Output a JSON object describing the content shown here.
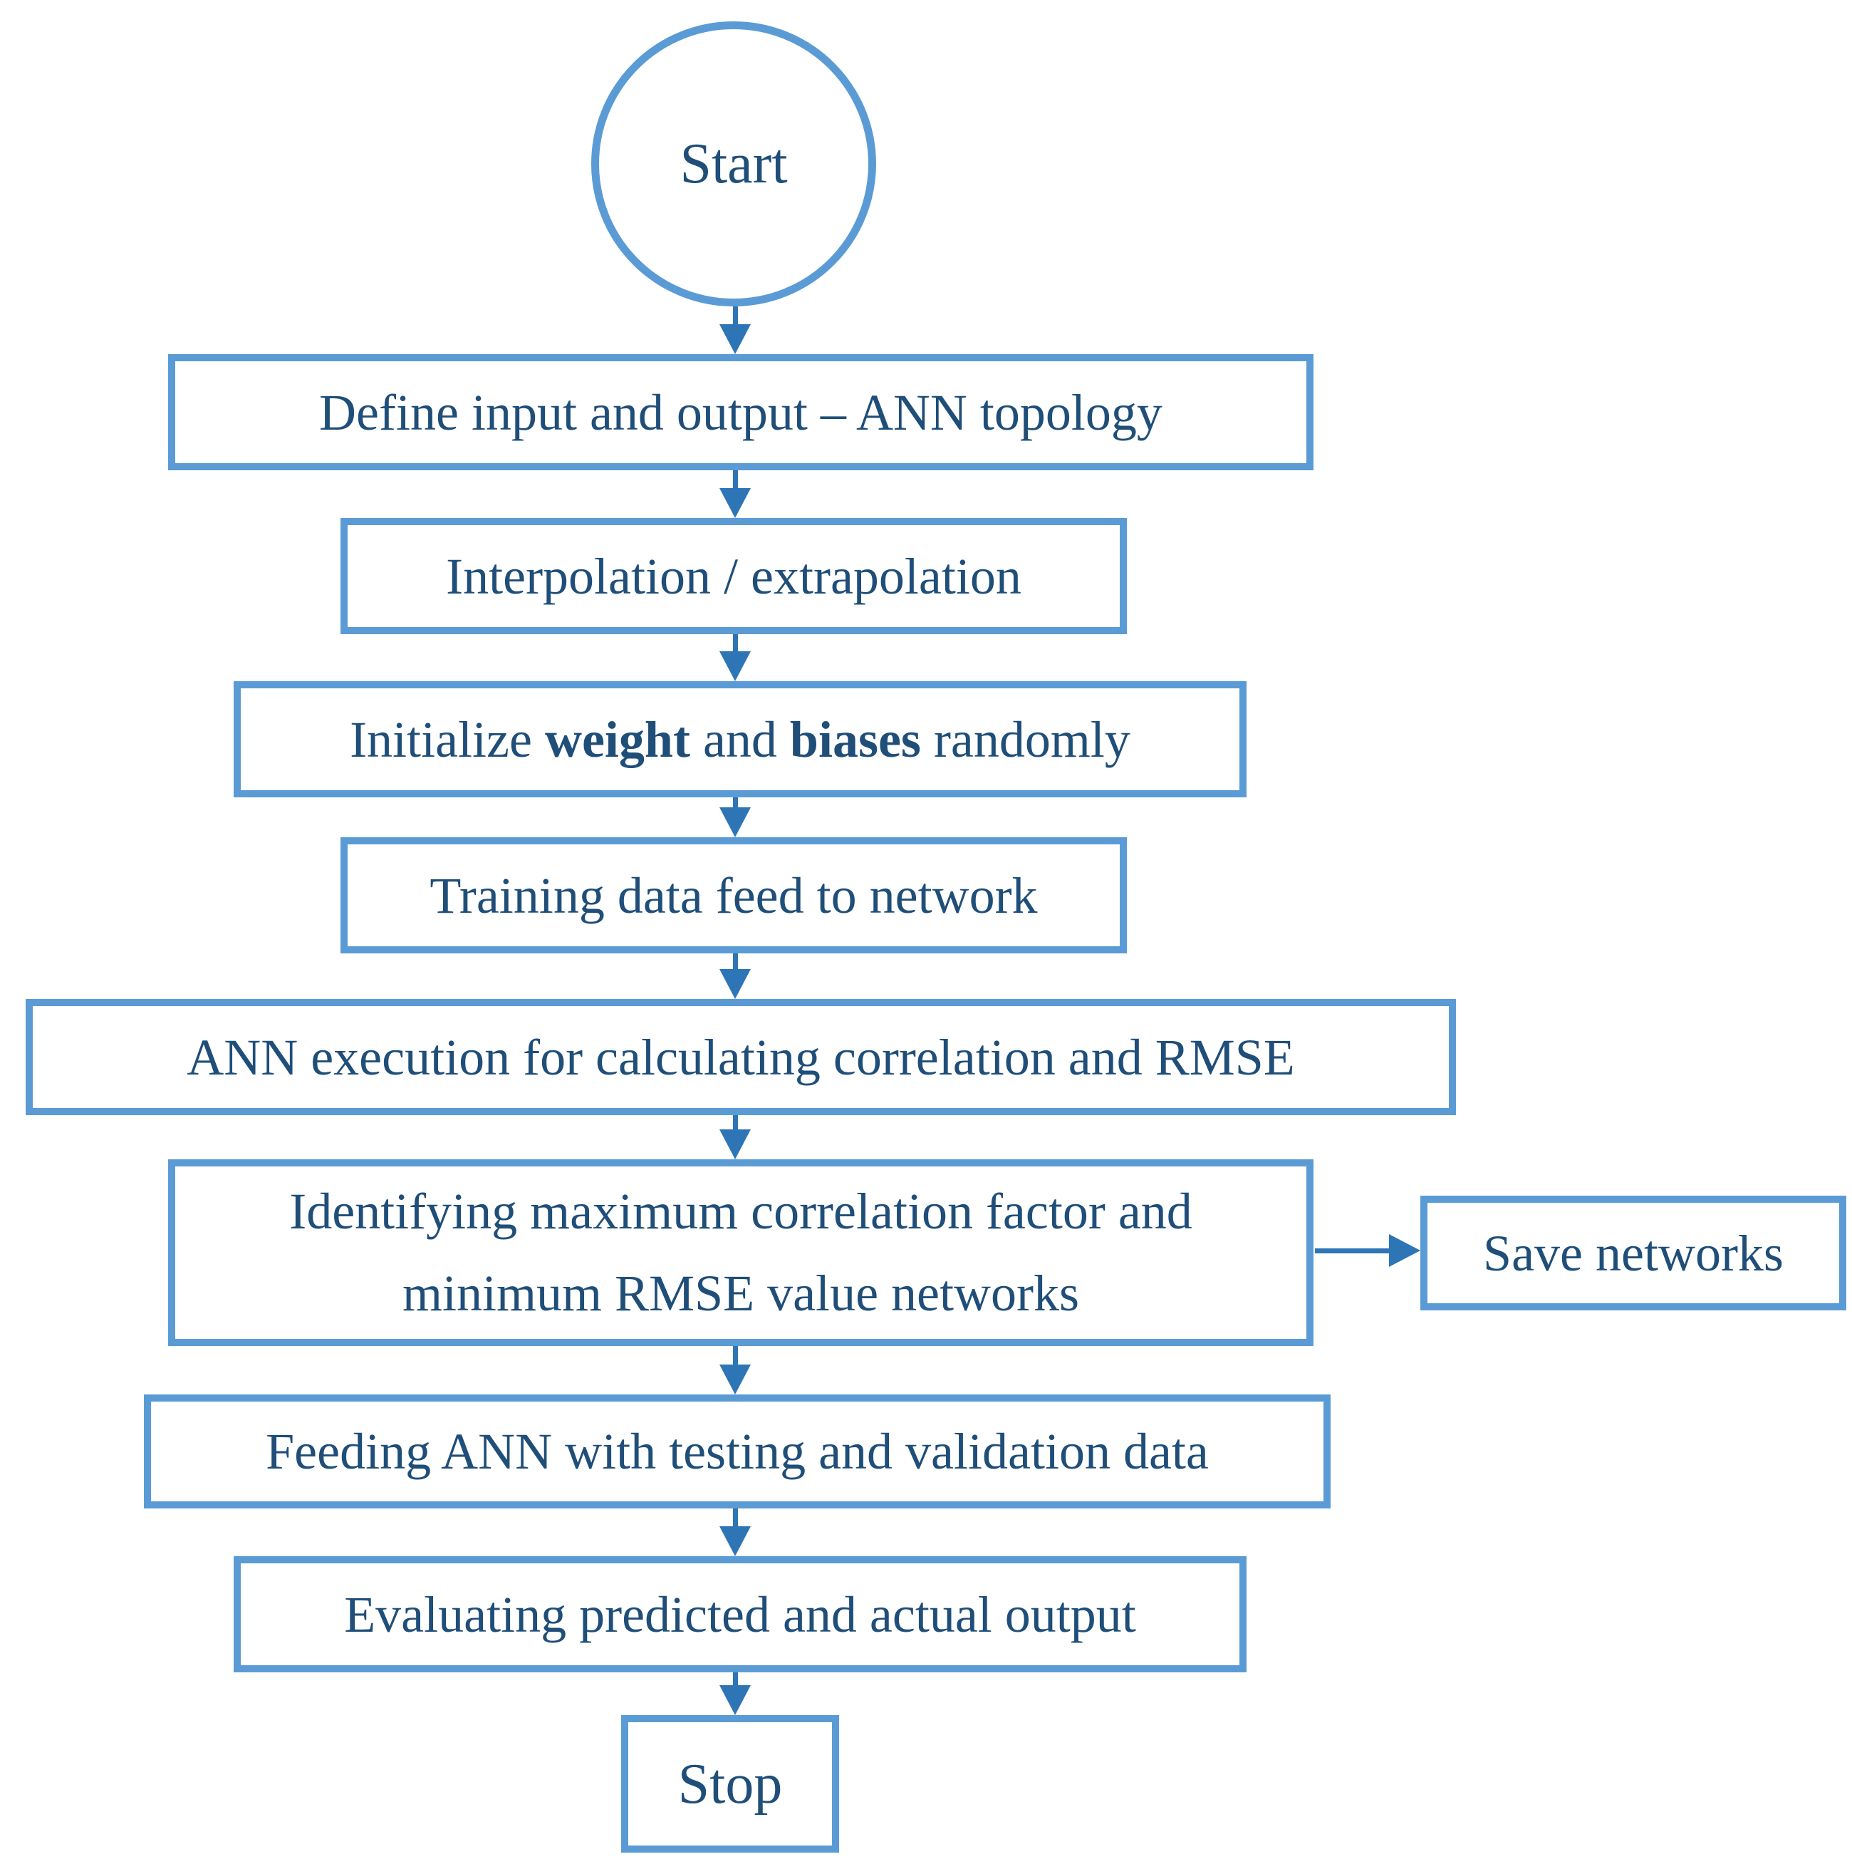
{
  "diagram": {
    "type": "flowchart",
    "colors": {
      "box_border": "#5B9BD5",
      "arrow": "#2E75B6",
      "text": "#1F4E79",
      "background": "#FFFFFF"
    },
    "nodes": {
      "start": {
        "label": "Start",
        "shape": "circle"
      },
      "define": {
        "label": "Define input and output – ANN topology",
        "shape": "rect"
      },
      "interpolation": {
        "label": "Interpolation / extrapolation",
        "shape": "rect"
      },
      "initialize": {
        "shape": "rect",
        "parts": [
          "Initialize ",
          "weight",
          " and ",
          "biases",
          " randomly"
        ],
        "bold_parts": [
          "weight",
          "biases"
        ]
      },
      "training": {
        "label": "Training data feed to network",
        "shape": "rect"
      },
      "execution": {
        "label": "ANN execution for calculating correlation and RMSE",
        "shape": "rect"
      },
      "identifying": {
        "shape": "rect",
        "line1": "Identifying maximum correlation factor and",
        "line2": "minimum RMSE value networks"
      },
      "save": {
        "label": "Save networks",
        "shape": "rect"
      },
      "feeding": {
        "label": "Feeding ANN with testing and validation data",
        "shape": "rect"
      },
      "evaluating": {
        "label": "Evaluating predicted and actual output",
        "shape": "rect"
      },
      "stop": {
        "label": "Stop",
        "shape": "rect"
      }
    },
    "edges": [
      "start->define",
      "define->interpolation",
      "interpolation->initialize",
      "initialize->training",
      "training->execution",
      "execution->identifying",
      "identifying->save",
      "identifying->feeding",
      "feeding->evaluating",
      "evaluating->stop"
    ]
  }
}
